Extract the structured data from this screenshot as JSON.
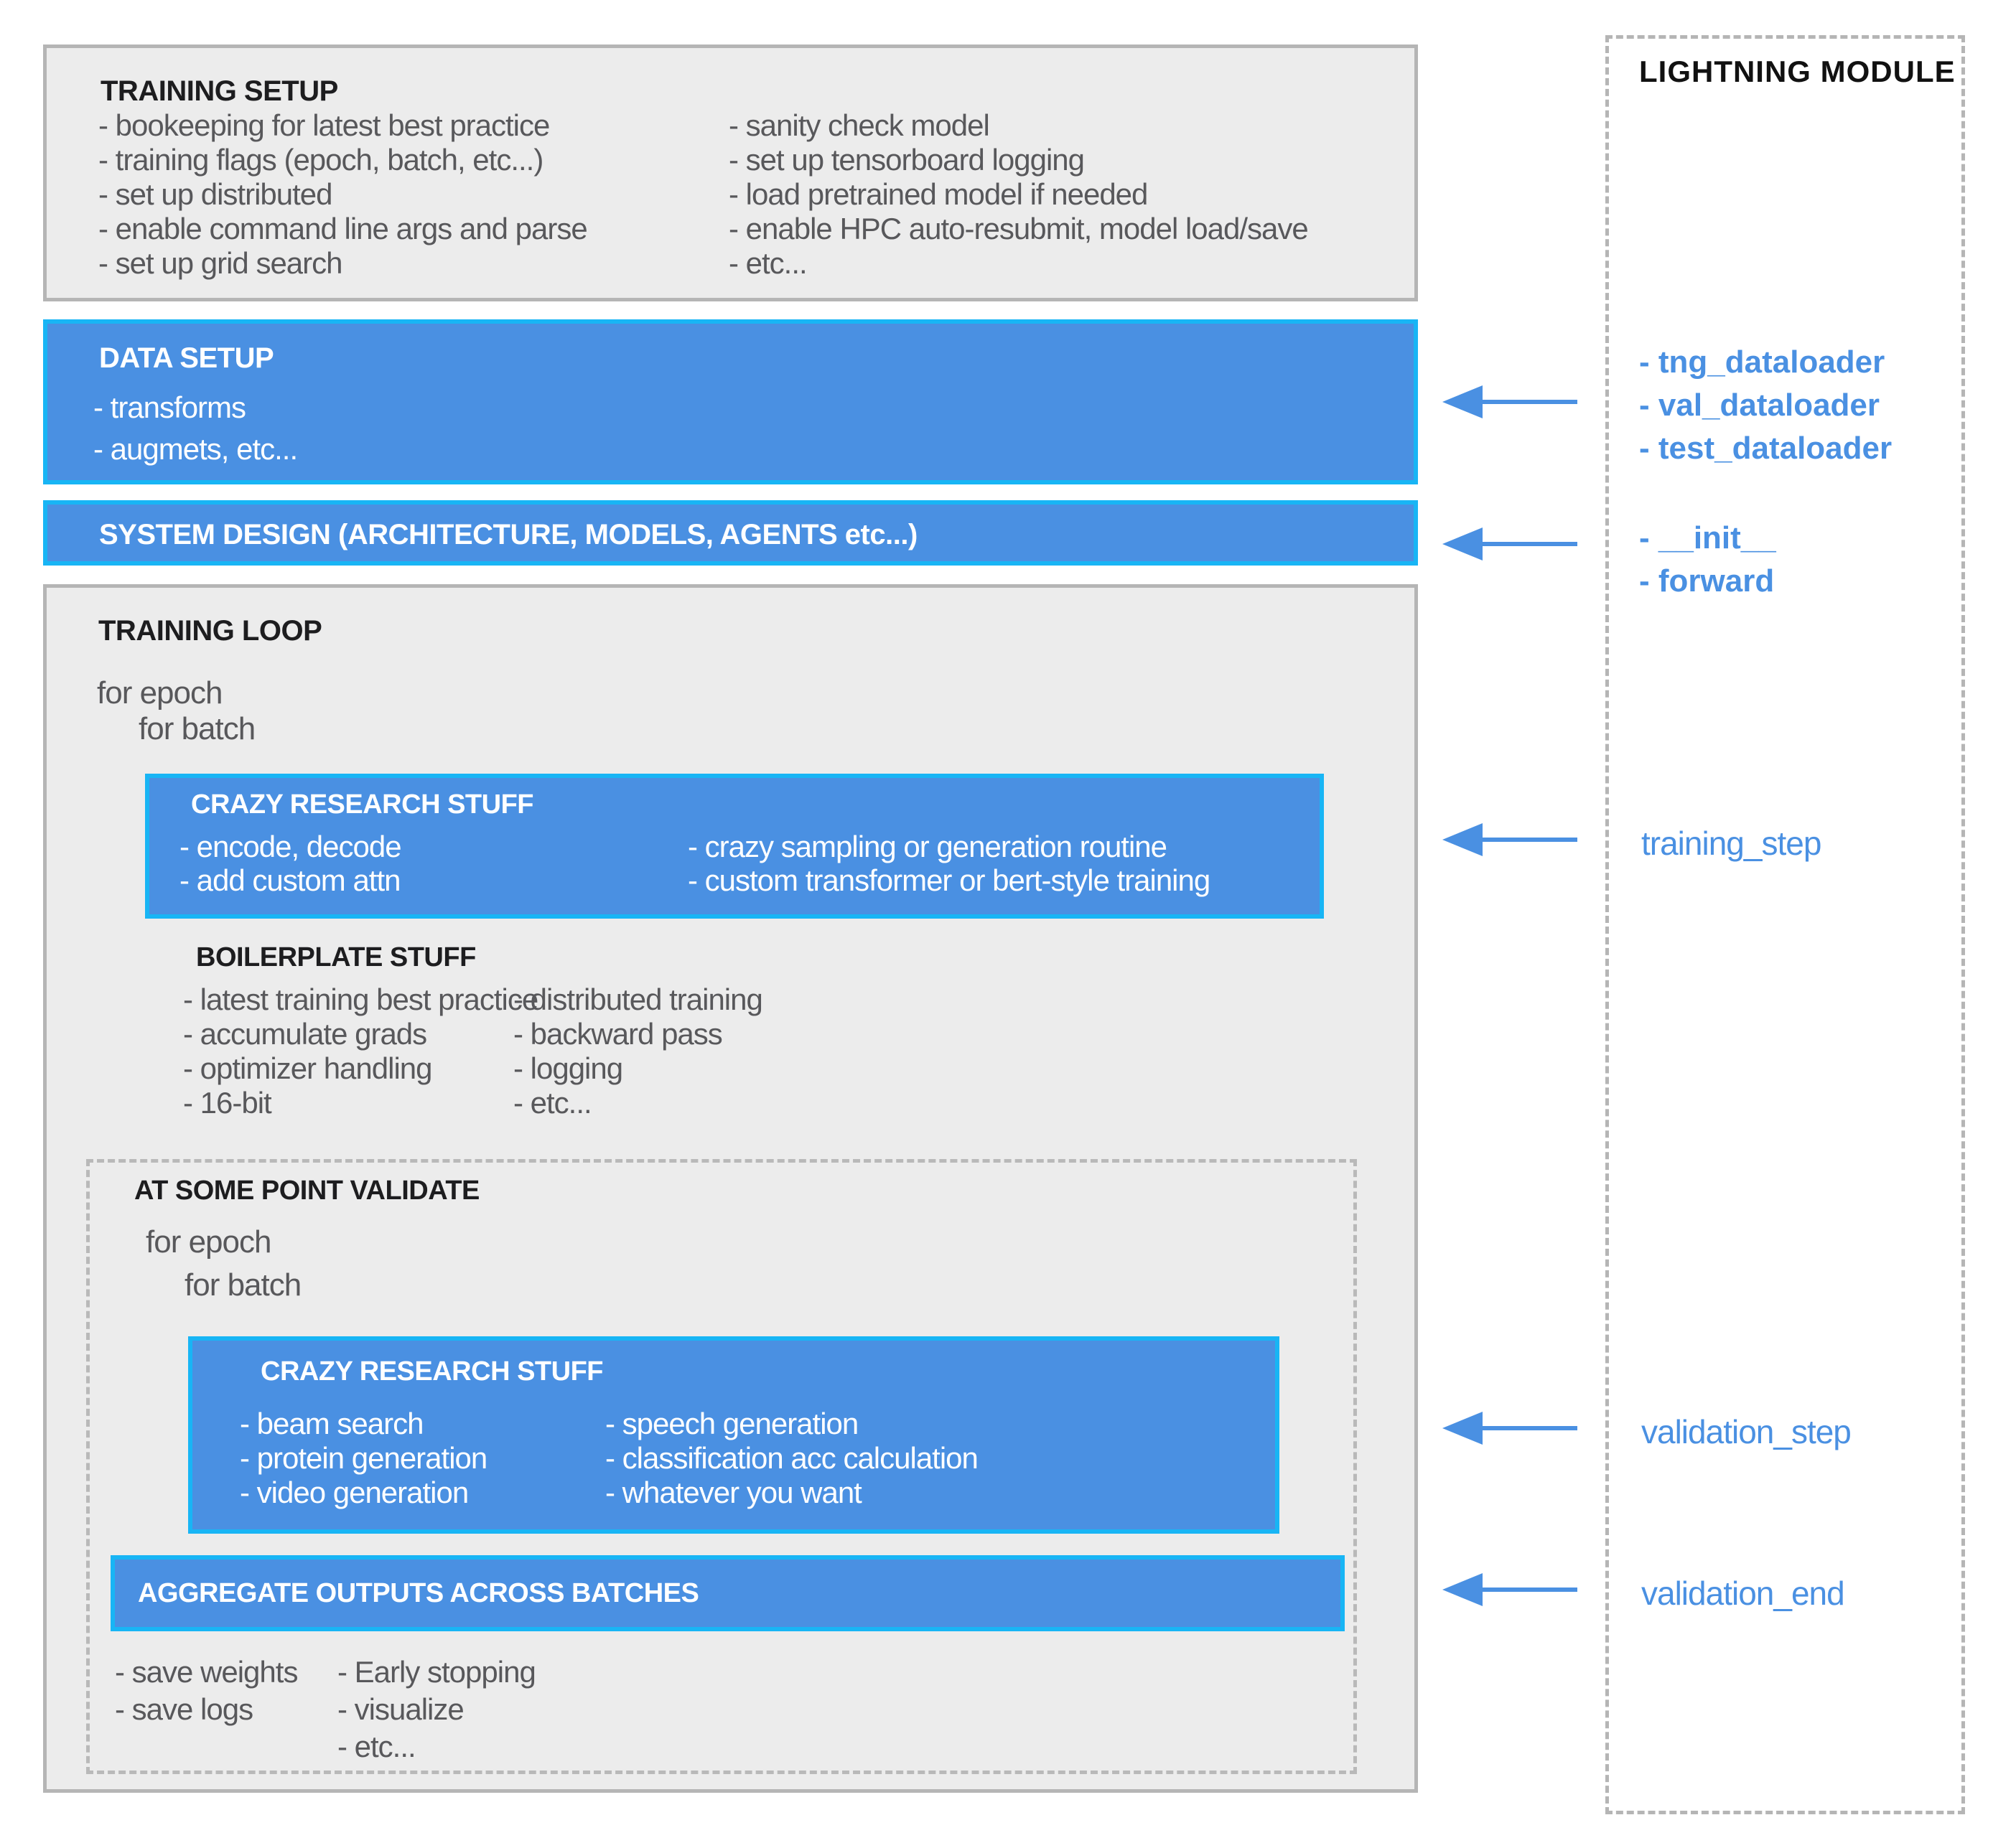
{
  "colors": {
    "accent_blue": "#4a90e2",
    "cyan_border": "#18b5f5",
    "box_gray": "#ececec",
    "border_gray": "#b5b5b5",
    "text_gray": "#58585b",
    "label_blue": "#4a90e2"
  },
  "training_setup": {
    "title": "TRAINING SETUP",
    "col1": [
      "- bookeeping for latest best practice",
      "- training flags (epoch, batch, etc...)",
      "- set up distributed",
      "- enable command line args and parse",
      "- set up grid search"
    ],
    "col2": [
      "- sanity check model",
      "- set up tensorboard logging",
      "- load pretrained model if needed",
      "- enable HPC auto-resubmit, model load/save",
      "- etc..."
    ]
  },
  "data_setup": {
    "title": "DATA SETUP",
    "items": [
      "- transforms",
      "- augmets, etc..."
    ]
  },
  "system_design": {
    "title": "SYSTEM DESIGN (ARCHITECTURE, MODELS, AGENTS etc...)"
  },
  "training_loop": {
    "title": "TRAINING LOOP",
    "loop": [
      "for epoch",
      "for batch"
    ],
    "crazy": {
      "title": "CRAZY RESEARCH STUFF",
      "col1": [
        "- encode, decode",
        "- add custom attn"
      ],
      "col2": [
        "- crazy sampling or generation routine",
        "- custom transformer or bert-style training"
      ]
    },
    "boilerplate": {
      "title": "BOILERPLATE STUFF",
      "col1": [
        "- latest training best practice",
        "- accumulate grads",
        "- optimizer handling",
        "- 16-bit"
      ],
      "col2": [
        "- distributed training",
        "- backward pass",
        "- logging",
        "- etc..."
      ]
    },
    "validate": {
      "title": "AT SOME POINT VALIDATE",
      "loop": [
        "for epoch",
        "for batch"
      ],
      "crazy": {
        "title": "CRAZY RESEARCH STUFF",
        "col1": [
          "- beam search",
          "- protein generation",
          "- video generation"
        ],
        "col2": [
          "- speech generation",
          "- classification acc calculation",
          "- whatever you want"
        ]
      },
      "aggregate": {
        "title": "AGGREGATE OUTPUTS ACROSS BATCHES"
      },
      "outputs_col1": [
        "- save weights",
        "- save logs"
      ],
      "outputs_col2": [
        "- Early stopping",
        "- visualize",
        "- etc..."
      ]
    }
  },
  "lightning": {
    "title": "LIGHTNING MODULE",
    "dataloaders": [
      "- tng_dataloader",
      "- val_dataloader",
      "- test_dataloader"
    ],
    "core": [
      "- __init__",
      "- forward"
    ],
    "training_step": "training_step",
    "validation_step": "validation_step",
    "validation_end": "validation_end"
  }
}
